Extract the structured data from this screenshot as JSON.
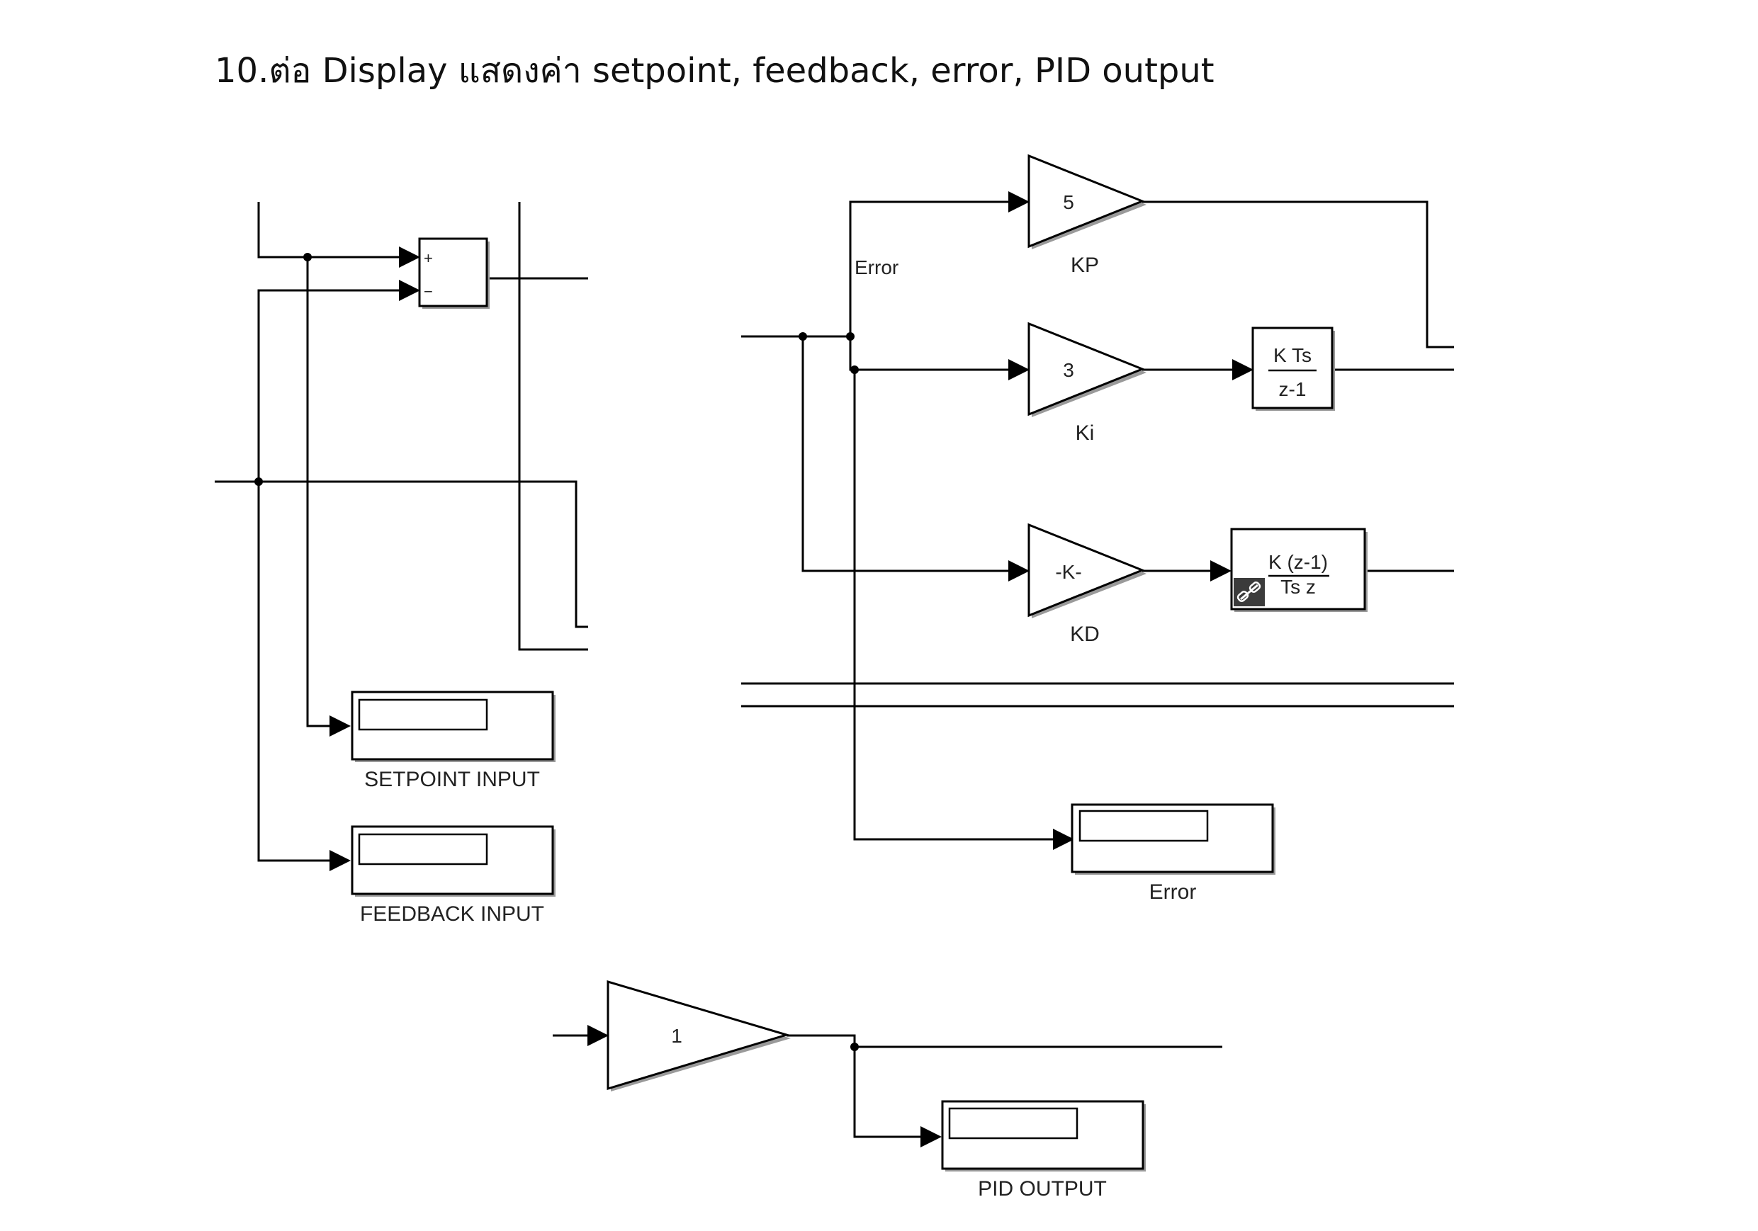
{
  "heading": "10.ต่อ Display แสดงค่า setpoint, feedback, error, PID output",
  "sum_block": {
    "plus": "+",
    "minus": "−"
  },
  "signal_labels": {
    "error": "Error"
  },
  "gains": {
    "kp": {
      "value": "5",
      "label": "KP"
    },
    "ki": {
      "value": "3",
      "label": "Ki"
    },
    "kd": {
      "value": "-K-",
      "label": "KD"
    },
    "output": {
      "value": "1"
    }
  },
  "integrator": {
    "numerator": "K Ts",
    "denominator": "z-1"
  },
  "derivative": {
    "numerator": "K (z-1)",
    "denominator": "Ts z"
  },
  "displays": {
    "setpoint": "SETPOINT INPUT",
    "feedback": "FEEDBACK INPUT",
    "error": "Error",
    "pid_output": "PID OUTPUT"
  }
}
